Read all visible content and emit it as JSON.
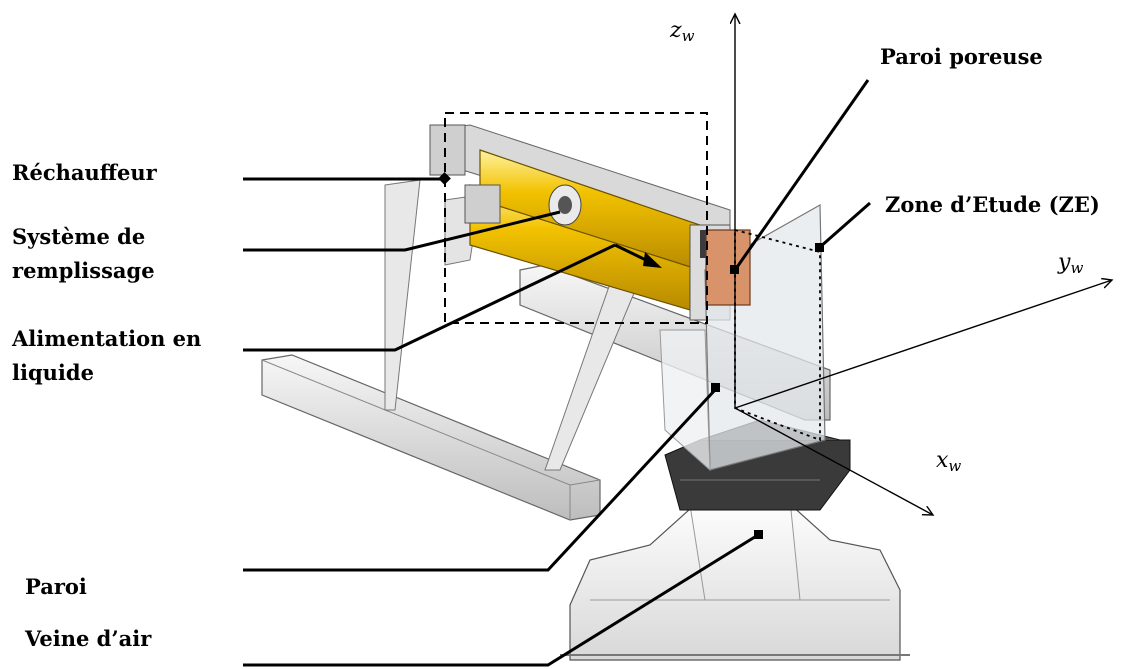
{
  "labels": {
    "rechauffeur": "Réchauffeur",
    "systeme_line1": "Système de",
    "systeme_line2": "remplissage",
    "alim_line1": "Alimentation en",
    "alim_line2": "liquide",
    "paroi": "Paroi",
    "veine": "Veine d’air",
    "paroi_poreuse": "Paroi poreuse",
    "zone_etude": "Zone d’Etude (ZE)"
  },
  "axes": {
    "z_base": "z",
    "z_sub": "w",
    "y_base": "y",
    "y_sub": "w",
    "x_base": "x",
    "x_sub": "w"
  },
  "colors": {
    "heater_yellow": "#f2c200",
    "porous_wall": "#d9936a",
    "metal": "#e6e6e6",
    "dark_block": "#3a3a3a",
    "line": "#000000"
  }
}
